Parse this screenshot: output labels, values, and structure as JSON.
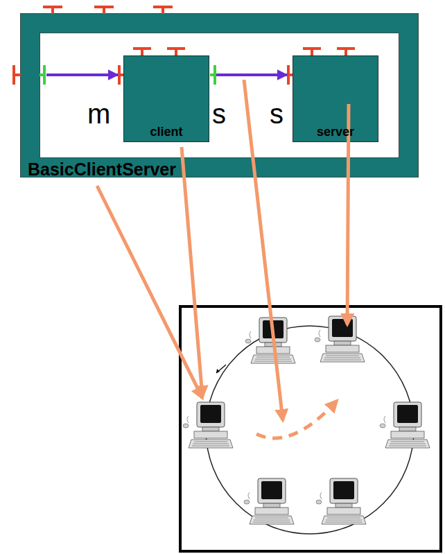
{
  "diagram": {
    "nodes": [
      {
        "text": [
          "BasicClientServer"
        ]
      },
      {
        "text": [
          "client"
        ],
        "in": 0
      },
      {
        "text": [
          "server"
        ],
        "in": 0
      }
    ],
    "edges": [
      {
        "from": 0,
        "to": 1,
        "arrow": "to"
      },
      {
        "from": 1,
        "to": 2,
        "arrow": "to"
      }
    ],
    "labels": [
      "m",
      "s",
      "s"
    ]
  }
}
